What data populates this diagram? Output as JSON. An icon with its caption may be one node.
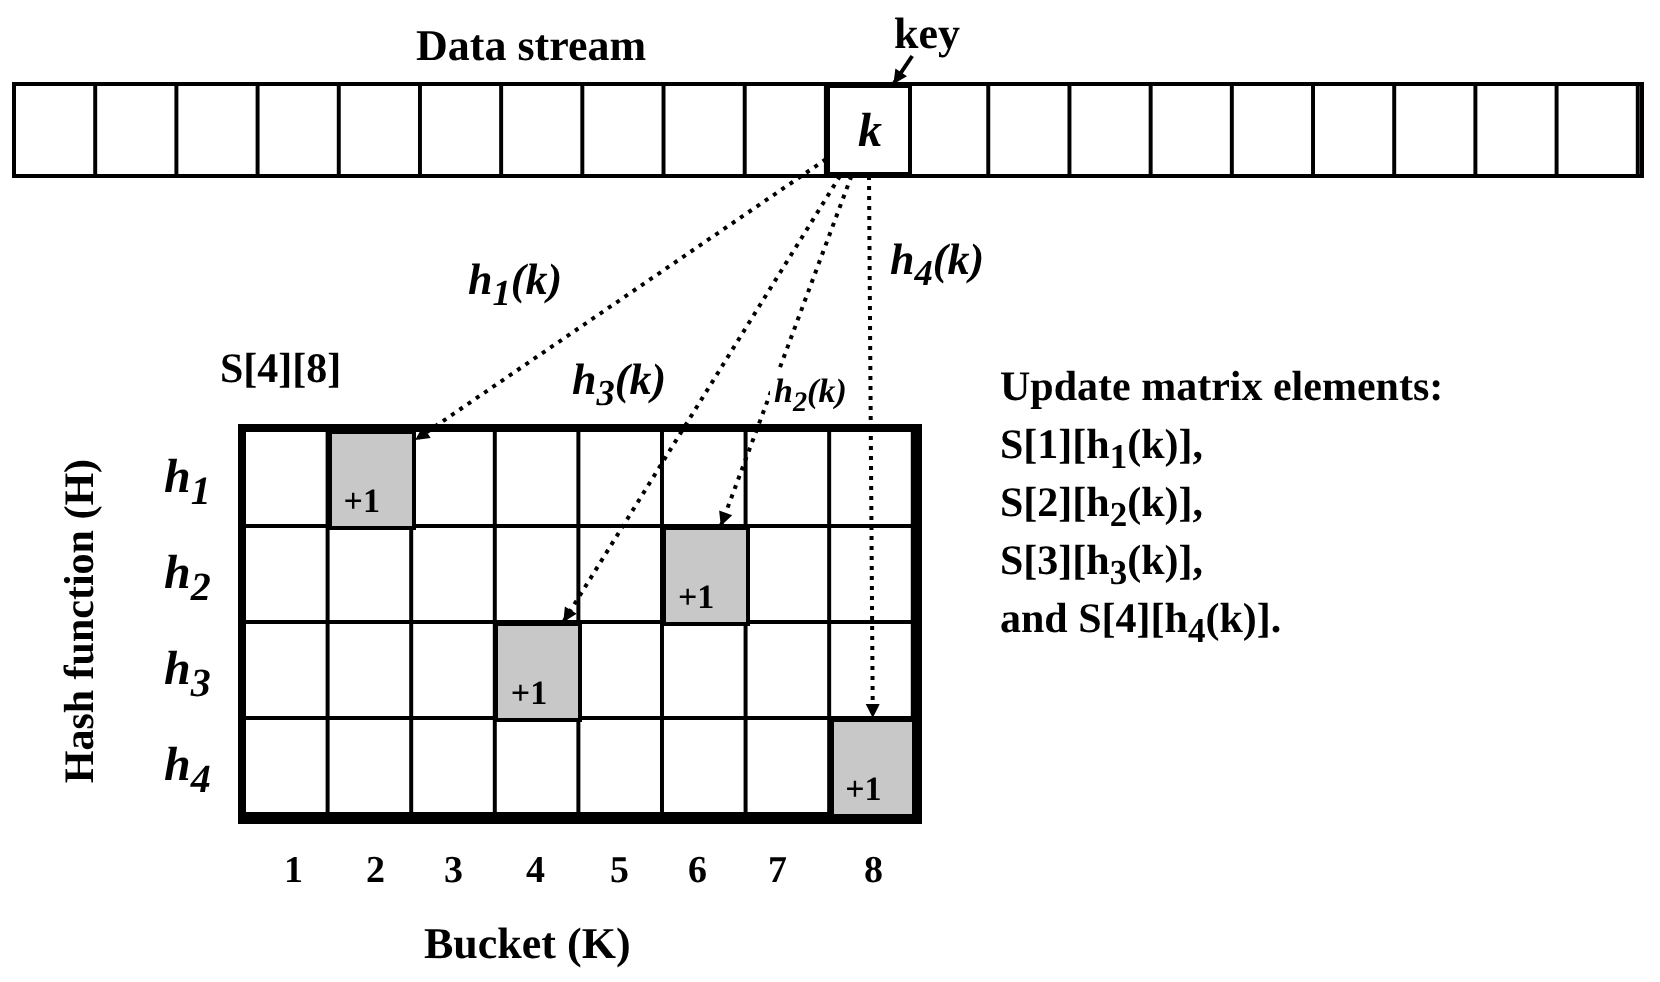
{
  "diagram": {
    "nodes": [
      {
        "text": [
          "Data stream"
        ]
      },
      {
        "text": [
          "key"
        ]
      },
      {
        "text": [
          "k"
        ],
        "in": 0
      },
      {
        "text": [
          "S[4][8]"
        ]
      },
      {
        "text": [
          "+1"
        ],
        "in": 3
      },
      {
        "text": [
          "+1"
        ],
        "in": 3
      },
      {
        "text": [
          "+1"
        ],
        "in": 3
      },
      {
        "text": [
          "+1"
        ],
        "in": 3
      }
    ],
    "edges": [
      {
        "from": 1,
        "to": 2,
        "arrow": "to"
      },
      {
        "from": 2,
        "to": 4,
        "arrow": "to",
        "style": "dashed",
        "label": "h$_{1}$(k)"
      },
      {
        "from": 2,
        "to": 7,
        "arrow": "to",
        "style": "dashed",
        "label": "h$_{4}$(k)"
      },
      {
        "from": 2,
        "to": 6,
        "arrow": "to",
        "style": "dashed",
        "label": "h$_{3}$(k)"
      },
      {
        "from": 2,
        "to": 5,
        "arrow": "to",
        "style": "dashed",
        "label": "h$_{2}$(k)"
      }
    ],
    "labels": [
      "Update matrix elements:",
      "S[1][h$_{1}$(k)],",
      "S[2][h$_{2}$(k)],",
      "S[3][h$_{3}$(k)],",
      "and S[4][h$_{4}$(k)].",
      "Hash function (H)",
      "h$_{1}$",
      "h$_{2}$",
      "h$_{3}$",
      "h$_{4}$",
      "1",
      "2",
      "3",
      "4",
      "5",
      "6",
      "7",
      "8",
      "Bucket (K)"
    ]
  }
}
